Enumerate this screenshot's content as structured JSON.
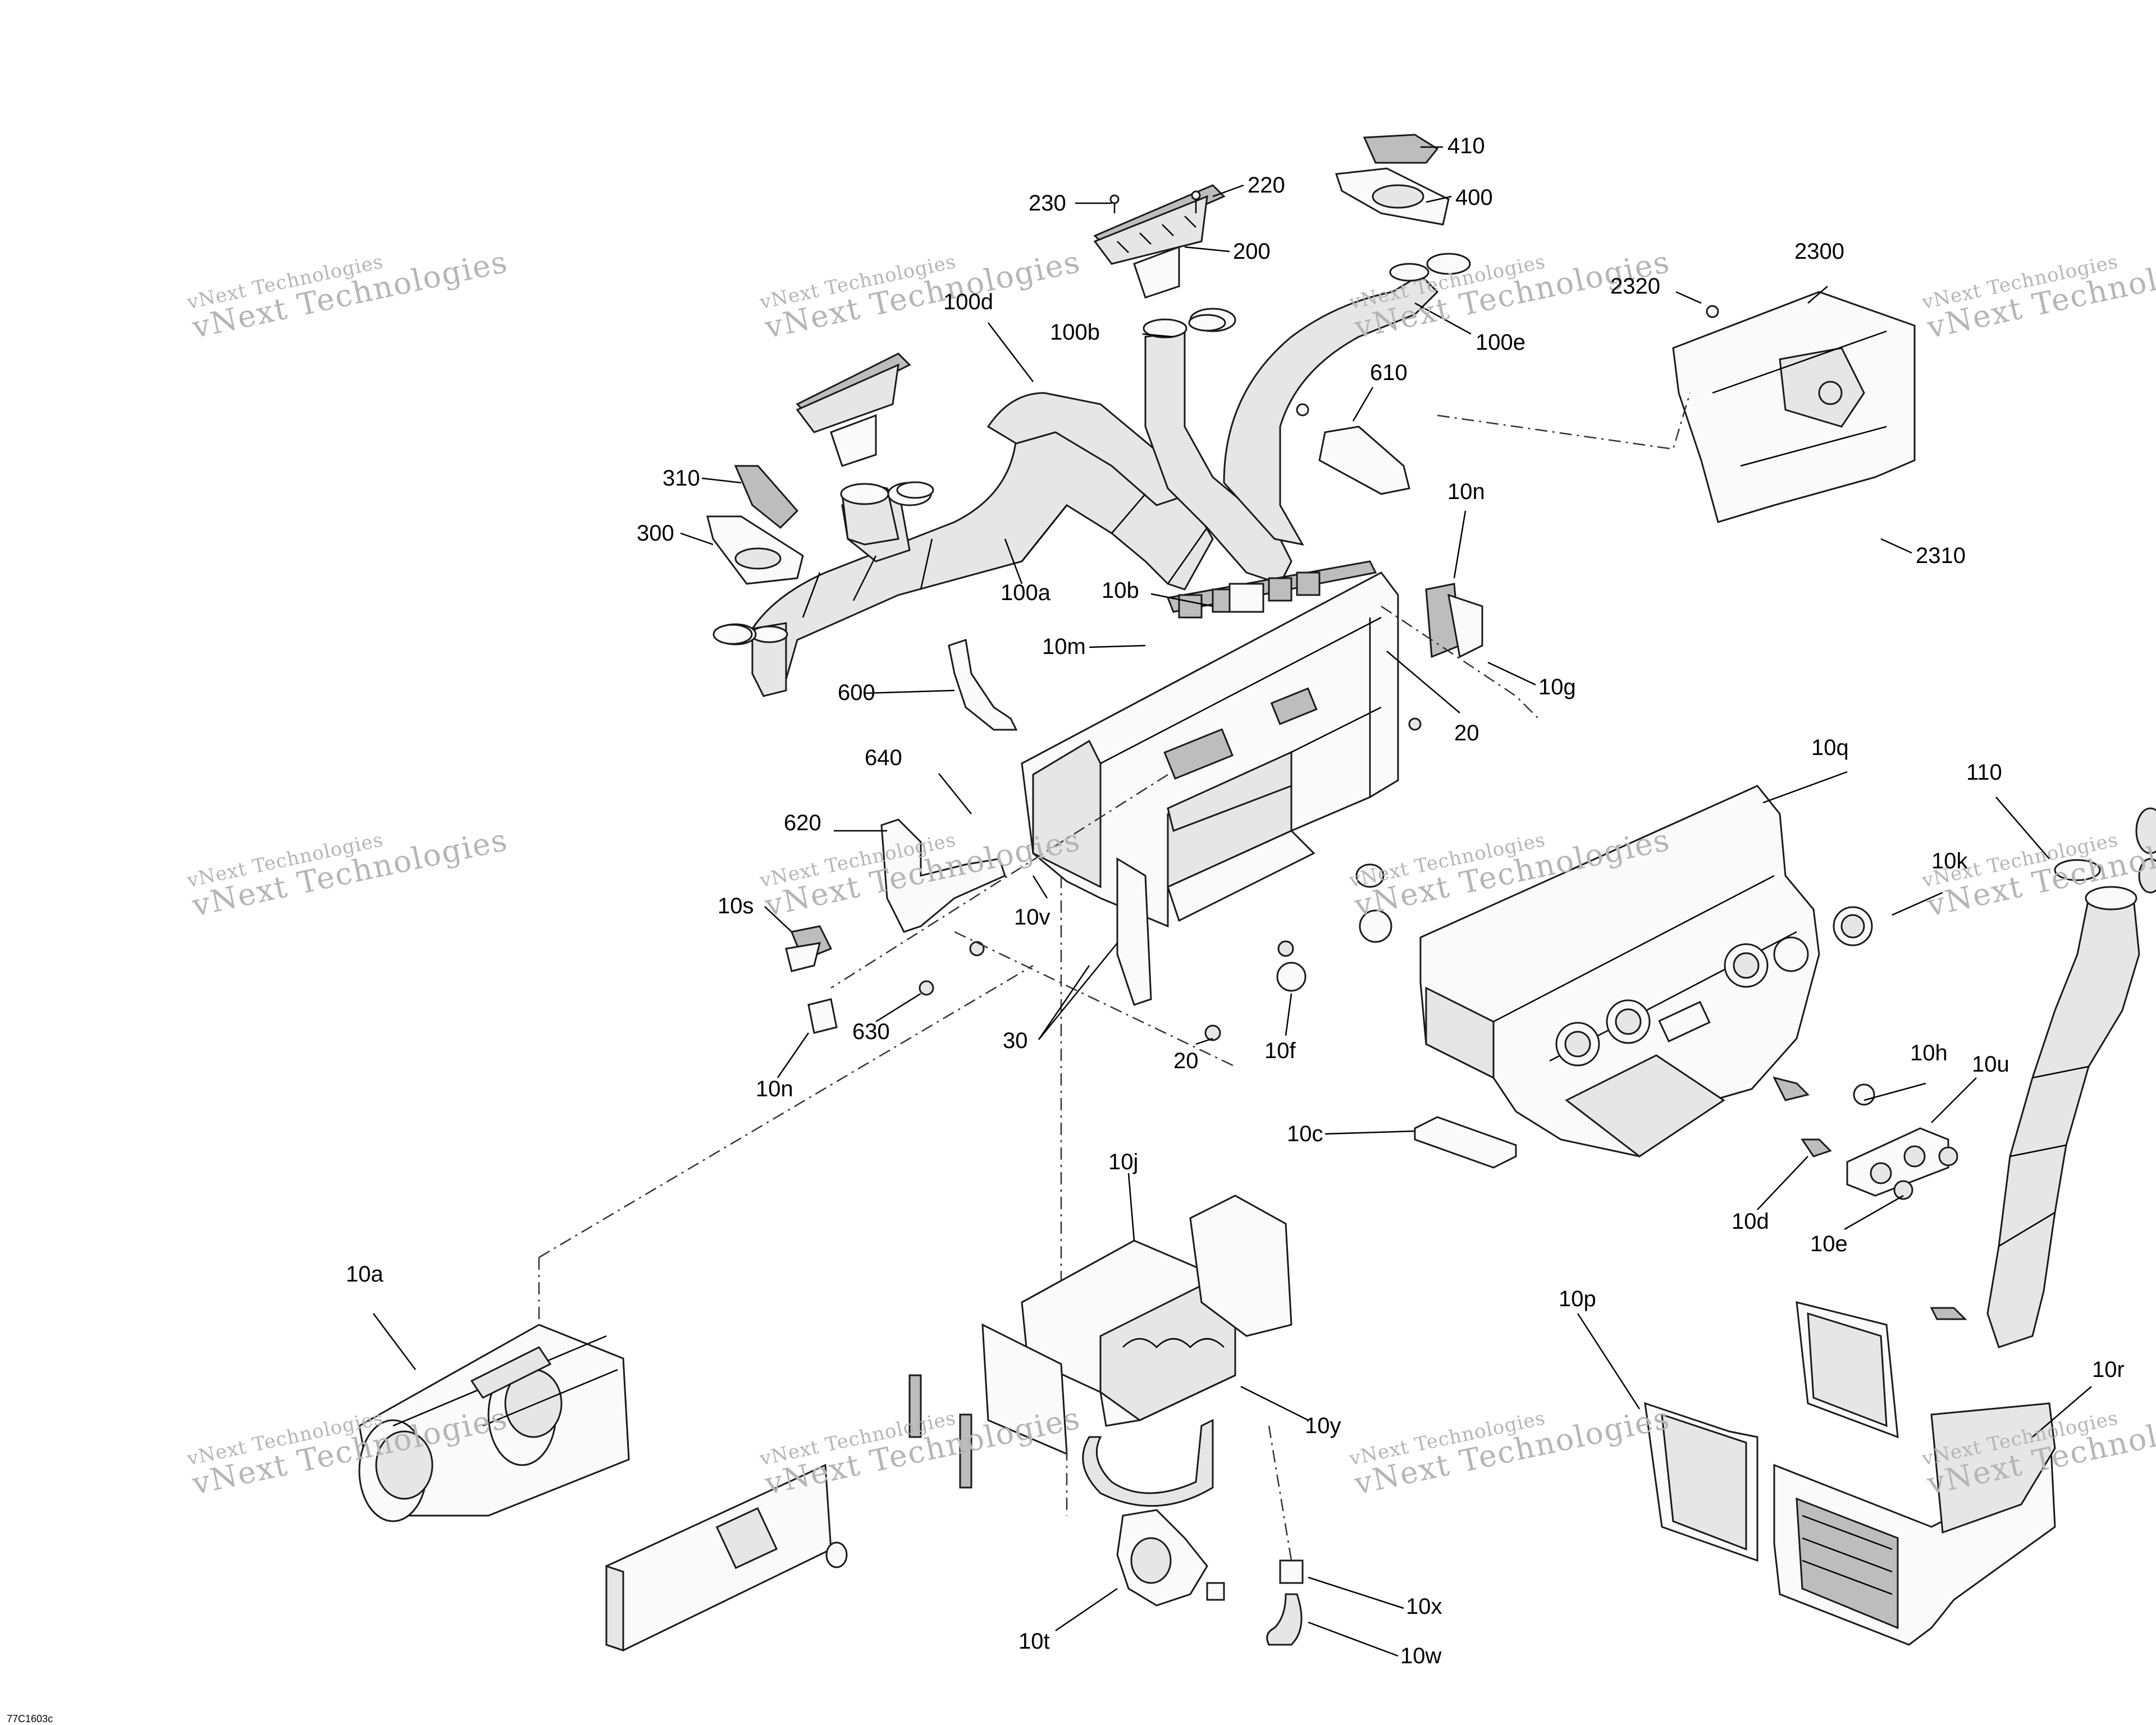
{
  "watermark": {
    "line1": "vNext Technologies",
    "line2": "vNext Technologies"
  },
  "reference_code": "77C1603c",
  "callouts": {
    "c410": "410",
    "c400": "400",
    "c220": "220",
    "c230": "230",
    "c200": "200",
    "c100d": "100d",
    "c100b": "100b",
    "c100e": "100e",
    "c2300": "2300",
    "c2320": "2320",
    "c610": "610",
    "c310": "310",
    "c300": "300",
    "c100a": "100a",
    "c10n_top": "10n",
    "c10b": "10b",
    "c10m": "10m",
    "c2310": "2310",
    "c10g": "10g",
    "c600": "600",
    "c20_top": "20",
    "c10q": "10q",
    "c110": "110",
    "c640": "640",
    "c620": "620",
    "c10k": "10k",
    "c10s": "10s",
    "c10v": "10v",
    "c630": "630",
    "c30": "30",
    "c20_mid": "20",
    "c10f": "10f",
    "c10n_bot": "10n",
    "c10h": "10h",
    "c10u": "10u",
    "c10c": "10c",
    "c10d": "10d",
    "c10e": "10e",
    "c10j": "10j",
    "c10a": "10a",
    "c10p": "10p",
    "c10r": "10r",
    "c10y": "10y",
    "c10x": "10x",
    "c10t": "10t",
    "c10w": "10w"
  },
  "colors": {
    "line": "#000000",
    "part_fill": "#fafafa",
    "shade": "#bdbdbd",
    "watermark": "#b5b5b5"
  }
}
